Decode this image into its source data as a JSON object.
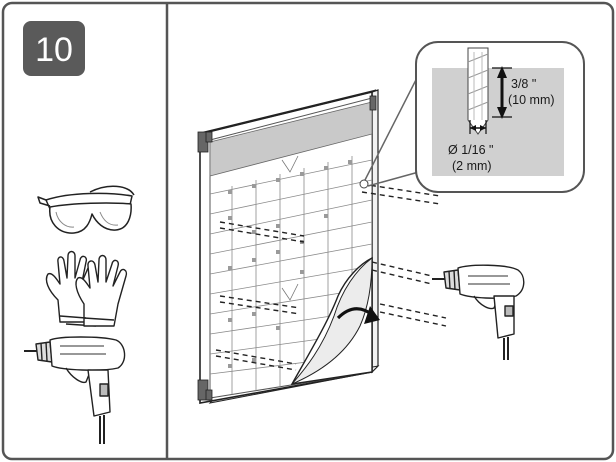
{
  "step": {
    "number": "10"
  },
  "tools": [
    {
      "name": "safety-glasses",
      "icon": "safety-glasses-icon"
    },
    {
      "name": "work-gloves",
      "icon": "work-gloves-icon"
    },
    {
      "name": "power-drill",
      "icon": "power-drill-icon"
    }
  ],
  "detail": {
    "depth_imperial": "3/8 \"",
    "depth_metric": "(10 mm)",
    "diameter_imperial": "Ø 1/16 \"",
    "diameter_metric": "(2 mm)"
  },
  "colors": {
    "frame": "#555555",
    "badge": "#5a5a5a",
    "panel_band": "#c9c9c9",
    "detail_bg": "#d0d0d0",
    "ink": "#1a1a1a"
  }
}
